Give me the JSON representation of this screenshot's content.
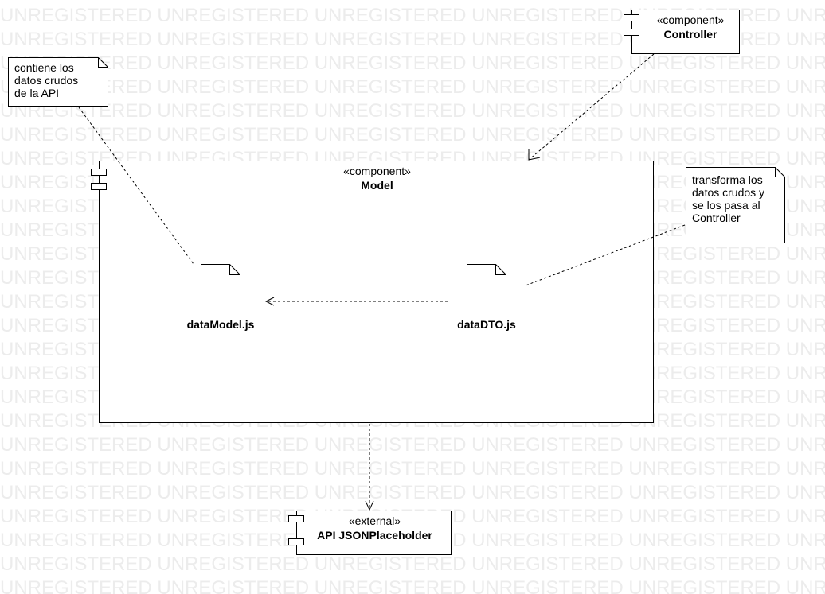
{
  "watermark": {
    "text": "UNREGISTERED"
  },
  "components": {
    "controller": {
      "stereotype": "«component»",
      "name": "Controller"
    },
    "model": {
      "stereotype": "«component»",
      "name": "Model"
    },
    "api": {
      "stereotype": "«external»",
      "name": "API JSONPlaceholder"
    }
  },
  "notes": {
    "raw_data": "contiene los\ndatos crudos\nde la API",
    "transform": "transforma los\ndatos crudos y\nse los pasa al\nController"
  },
  "files": {
    "data_model": "dataModel.js",
    "data_dto": "dataDTO.js"
  },
  "colors": {
    "line": "#000000",
    "watermark": "#ececec",
    "background": "#ffffff"
  }
}
